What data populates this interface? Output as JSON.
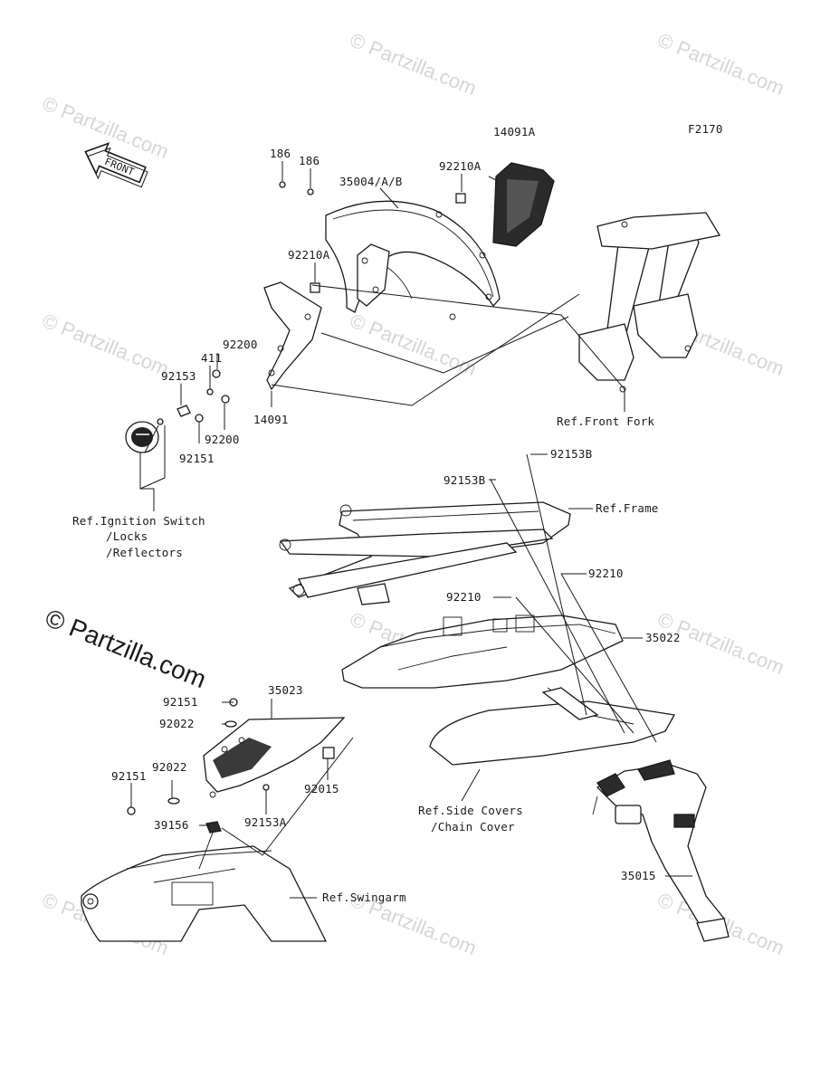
{
  "diagram_code": "F2170",
  "front_arrow": "FRONT",
  "watermark_text": "© Partzilla.com",
  "labels": {
    "p186a": "186",
    "p186b": "186",
    "p14091a": "14091A",
    "p35004": "35004/A/B",
    "p92210a_top": "92210A",
    "p92210a_mid": "92210A",
    "p92200_top": "92200",
    "p411": "411",
    "p92153": "92153",
    "p14091": "14091",
    "p92200_bot": "92200",
    "p92151_left": "92151",
    "ref_ignition_1": "Ref.Ignition Switch",
    "ref_ignition_2": "/Locks",
    "ref_ignition_3": "/Reflectors",
    "ref_front_fork": "Ref.Front Fork",
    "p92153b_right": "92153B",
    "p92153b_left": "92153B",
    "ref_frame": "Ref.Frame",
    "p92210_right": "92210",
    "p92210_left": "92210",
    "p35022": "35022",
    "p92151_a": "92151",
    "p35023": "35023",
    "p92022_a": "92022",
    "p92151_b": "92151",
    "p92022_b": "92022",
    "p92015": "92015",
    "p39156": "39156",
    "p92153a": "92153A",
    "ref_side_1": "Ref.Side Covers",
    "ref_side_2": "/Chain Cover",
    "p35015": "35015",
    "ref_swingarm": "Ref.Swingarm"
  }
}
